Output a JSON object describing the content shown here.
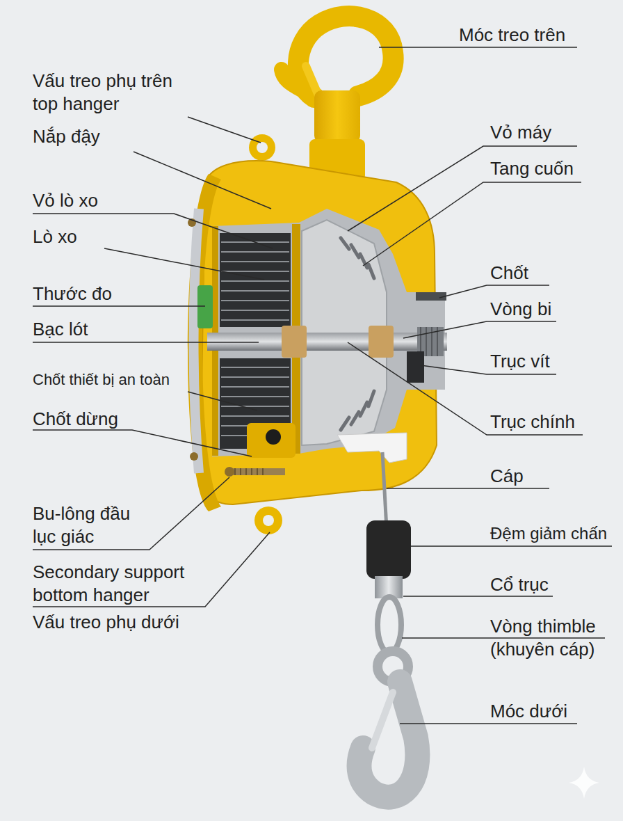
{
  "diagram": {
    "labels": [
      "Móc treo trên",
      "Vấu treo phụ trên top hanger",
      "Nắp đậy",
      "Vỏ máy",
      "Tang cuốn",
      "Vỏ lò xo",
      "Lò xo",
      "Thước đo",
      "Bạc lót",
      "Chốt",
      "Vòng bi",
      "Trục vít",
      "Chốt thiết bị an toàn",
      "Trục chính",
      "Chốt dừng",
      "Cáp",
      "Bu-lông đầu lục giác",
      "Đệm giảm chấn",
      "Cổ trục",
      "Secondary support bottom hanger",
      "Vòng thimble (khuyên cáp)",
      "Vấu treo phụ dưới",
      "Móc dưới"
    ]
  }
}
